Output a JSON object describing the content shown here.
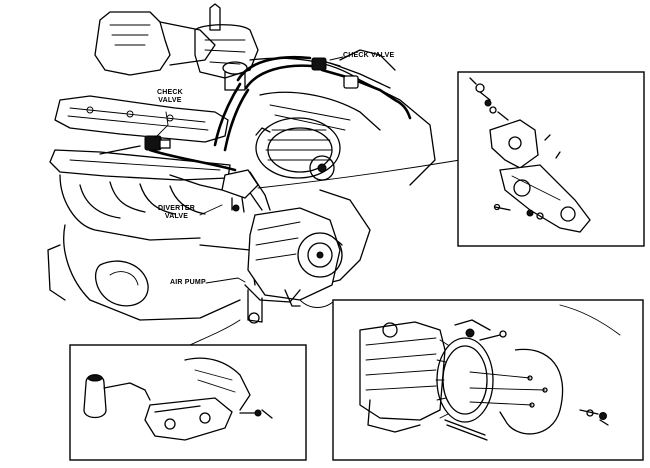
{
  "labels": {
    "check_valve_top": "CHECK VALVE",
    "check_valve_left": "CHECK\nVALVE",
    "diverter_valve": "DIVERTER\nVALVE",
    "air_pump": "AIR PUMP"
  },
  "colors": {
    "ink": "#000000",
    "paper": "#ffffff"
  }
}
